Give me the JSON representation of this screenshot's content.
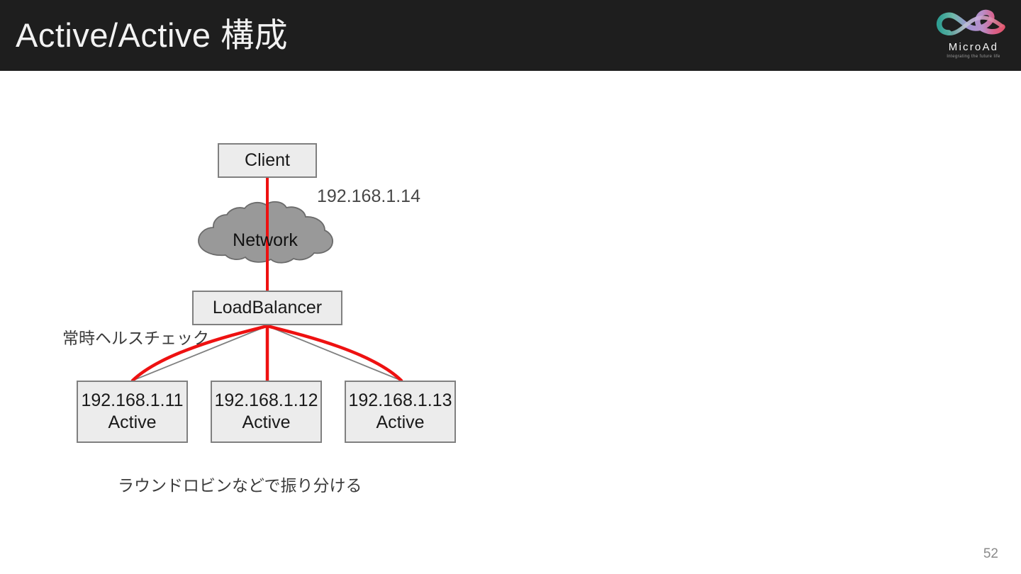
{
  "header": {
    "title": "Active/Active 構成",
    "background_color": "#1e1e1e",
    "title_color": "#f2f2f2"
  },
  "logo": {
    "name": "MicroAd",
    "wordmark": "MicroAd",
    "tagline": "Integrating the future life",
    "gradient": [
      "#35a79c",
      "#9f8fd0",
      "#d45d8c",
      "#e0567a"
    ]
  },
  "diagram": {
    "type": "network-topology",
    "accent_traffic_color": "#ee1111",
    "healthcheck_line_color": "#808080",
    "box_fill": "#ececec",
    "box_border": "#808080",
    "cloud_fill": "#999999",
    "cloud_border": "#6b6b6b",
    "nodes": {
      "client": {
        "label": "Client"
      },
      "network": {
        "label": "Network"
      },
      "loadbalancer": {
        "label": "LoadBalancer"
      },
      "servers": [
        {
          "ip": "192.168.1.11",
          "state": "Active"
        },
        {
          "ip": "192.168.1.12",
          "state": "Active"
        },
        {
          "ip": "192.168.1.13",
          "state": "Active"
        }
      ]
    },
    "labels": {
      "virtual_ip": "192.168.1.14",
      "healthcheck": "常時ヘルスチェック",
      "caption": "ラウンドロビンなどで振り分ける"
    }
  },
  "footer": {
    "page_number": "52"
  }
}
